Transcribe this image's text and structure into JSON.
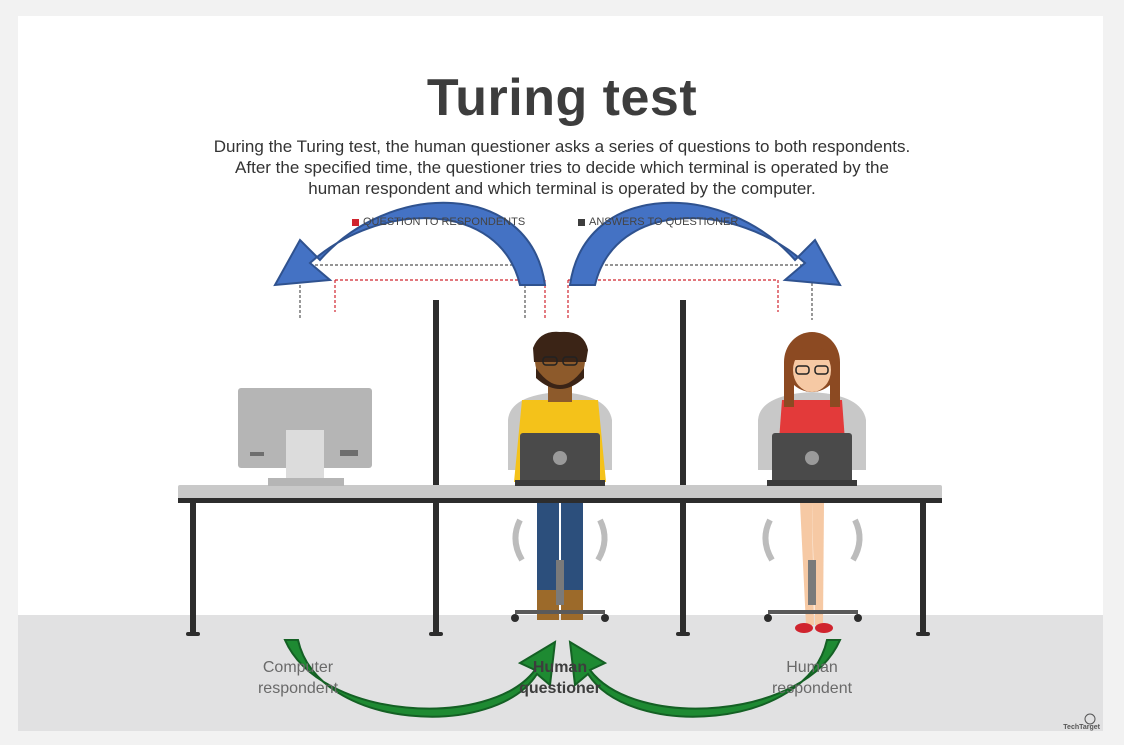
{
  "title": "Turing test",
  "description": [
    "During the Turing test, the human questioner asks a series of questions to both respondents.",
    "After the specified time, the questioner tries to decide which terminal is operated by the",
    "human respondent and which terminal is operated by the computer."
  ],
  "legend": [
    {
      "label": "QUESTION TO RESPONDENTS",
      "color": "#d0242e"
    },
    {
      "label": "ANSWERS TO QUESTIONER",
      "color": "#3d3d3d"
    }
  ],
  "stations": {
    "computer": [
      "Computer",
      "respondent"
    ],
    "questioner": [
      "Human",
      "questioner"
    ],
    "human": [
      "Human",
      "respondent"
    ]
  },
  "brand": "TechTarget",
  "colors": {
    "arrow_blue": "#4472c4",
    "arrow_green": "#1e8a32",
    "question_red": "#d0242e",
    "answer_dark": "#3d3d3d"
  }
}
